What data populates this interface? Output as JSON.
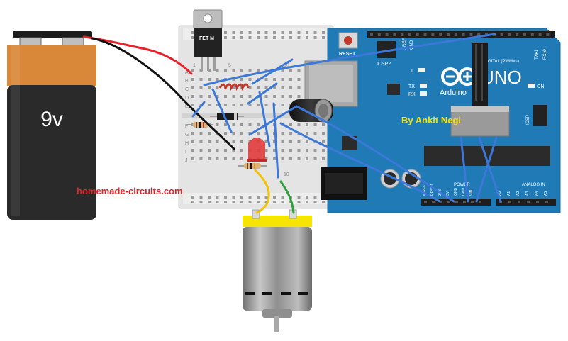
{
  "battery": {
    "voltage_label": "9v"
  },
  "mosfet": {
    "label": "FET M"
  },
  "breadboard": {
    "row_letters": [
      "A",
      "B",
      "C",
      "D",
      "E",
      "F",
      "G",
      "H",
      "I",
      "J"
    ],
    "col_numbers": [
      "1",
      "5",
      "10"
    ]
  },
  "arduino": {
    "logo_text": "UNO",
    "brand_text": "Arduino",
    "reset_label": "RESET",
    "icsp2_label": "ICSP2",
    "icsp_label": "ICSP",
    "led_l_label": "L",
    "led_tx_label": "TX",
    "led_rx_label": "RX",
    "led_on_label": "ON",
    "digital_label": "DIGITAL (PWM=~)",
    "analog_label": "ANALOG IN",
    "power_label": "POWER",
    "aref_label": "AREF",
    "gnd_label": "GND",
    "tx_pin_label": "TX▸1",
    "rx_pin_label": "RX◂0",
    "header_labels": [
      "IOREF",
      "RESET",
      "3V3",
      "5V",
      "GND",
      "GND",
      "VIN"
    ],
    "analog_pins": [
      "A0",
      "A1",
      "A2",
      "A3",
      "A4",
      "A5"
    ]
  },
  "credits": {
    "watermark": "homemade-circuits.com",
    "author": "By Ankit Negi"
  },
  "colors": {
    "board_blue": "#1f7ab6",
    "wire_blue": "#3b78d8",
    "wire_red": "#e8202a",
    "wire_black": "#111111",
    "battery_orange": "#d9883a",
    "motor_yellow": "#f5e500"
  }
}
